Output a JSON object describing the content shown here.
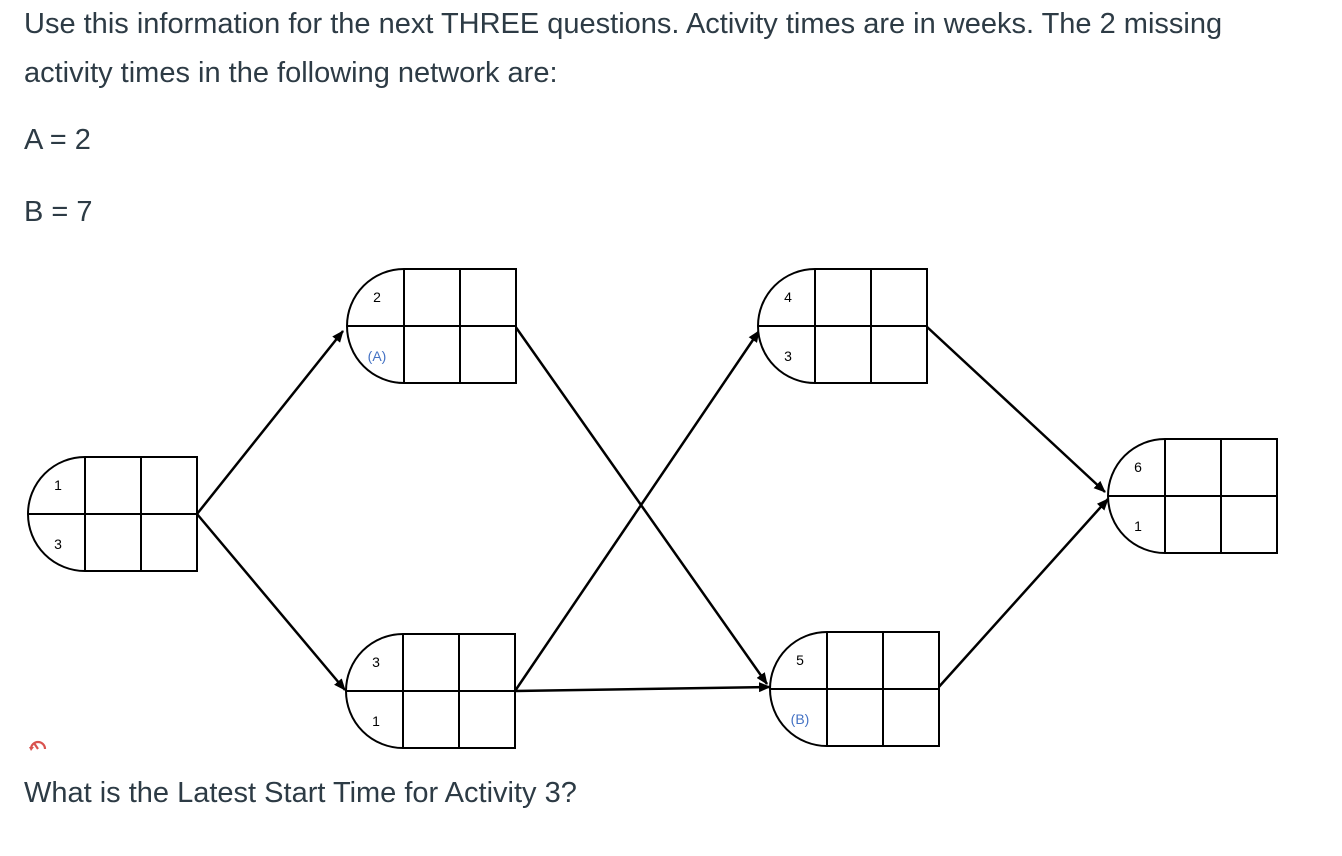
{
  "intro_text": "Use this information for the next THREE questions.  Activity times are in weeks.  The 2 missing activity times in the following network are:",
  "given": {
    "a": "A = 2",
    "b": "B = 7"
  },
  "network": {
    "nodes": [
      {
        "id": "n1",
        "activity": "1",
        "duration": "3"
      },
      {
        "id": "n2",
        "activity": "2",
        "duration": "(A)"
      },
      {
        "id": "n3",
        "activity": "3",
        "duration": "1"
      },
      {
        "id": "n4",
        "activity": "4",
        "duration": "3"
      },
      {
        "id": "n5",
        "activity": "5",
        "duration": "(B)"
      },
      {
        "id": "n6",
        "activity": "6",
        "duration": "1"
      }
    ],
    "edges": [
      {
        "from": "1",
        "to": "2"
      },
      {
        "from": "1",
        "to": "3"
      },
      {
        "from": "2",
        "to": "5"
      },
      {
        "from": "3",
        "to": "4"
      },
      {
        "from": "3",
        "to": "5"
      },
      {
        "from": "4",
        "to": "6"
      },
      {
        "from": "5",
        "to": "6"
      }
    ],
    "missing_value_color": "#4472c4",
    "line_color": "#000000"
  },
  "question": "What is the Latest Start Time for Activity 3?",
  "icons": {
    "reload": "reload-icon"
  }
}
